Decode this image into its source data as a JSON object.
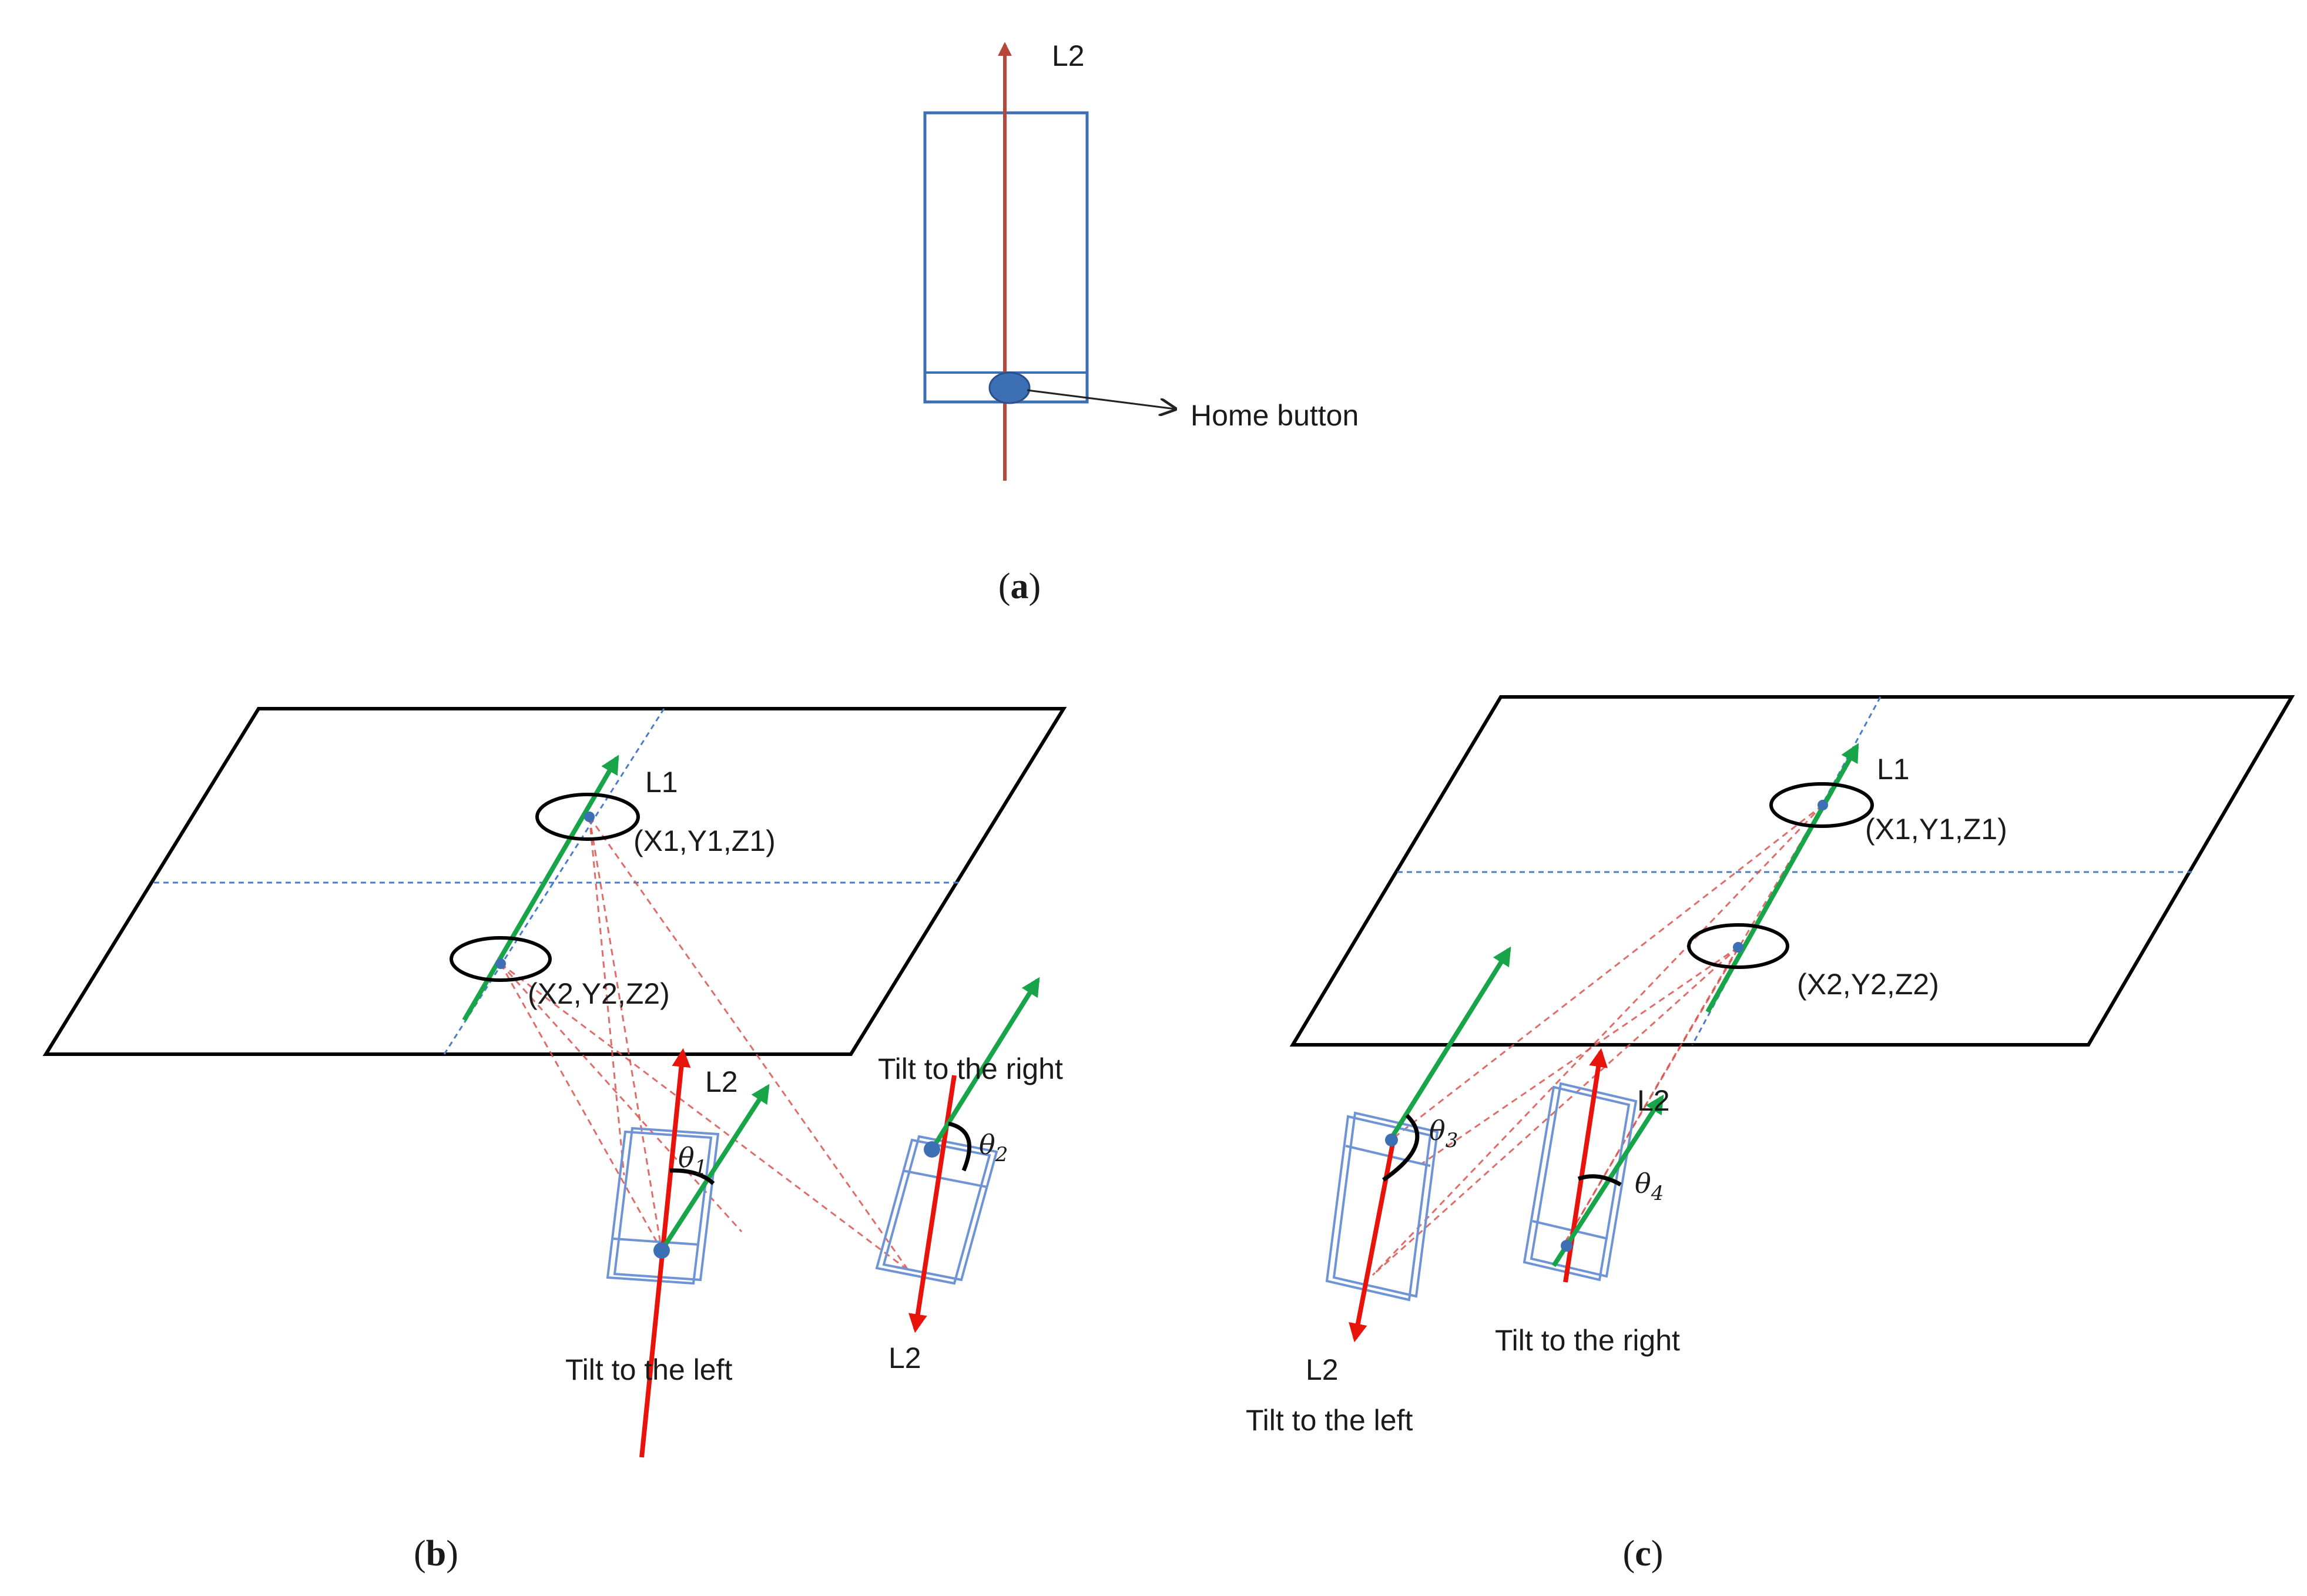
{
  "panel_a": {
    "axis_label": "L2",
    "callout": "Home button",
    "caption_open": "(",
    "caption_letter": "a",
    "caption_close": ")"
  },
  "panel_b": {
    "l1": "L1",
    "point1": "(X1,Y1,Z1)",
    "point2": "(X2,Y2,Z2)",
    "l2_up": "L2",
    "l2_down": "L2",
    "theta1": "θ1",
    "theta2": "θ2",
    "tilt_left": "Tilt to the left",
    "tilt_right": "Tilt to the right",
    "caption_open": "(",
    "caption_letter": "b",
    "caption_close": ")"
  },
  "panel_c": {
    "l1": "L1",
    "point1": "(X1,Y1,Z1)",
    "point2": "(X2,Y2,Z2)",
    "l2_down": "L2",
    "l2_up": "L2",
    "theta3": "θ3",
    "theta4": "θ4",
    "tilt_left": "Tilt to the left",
    "tilt_right": "Tilt to the right",
    "caption_open": "(",
    "caption_letter": "c",
    "caption_close": ")"
  },
  "colors": {
    "red_axis": "#e8140c",
    "green_axis": "#18a54a",
    "phone_outline": "#6f94d6",
    "guide_line": "#4a7dc9",
    "ray_line": "#d9534f"
  }
}
